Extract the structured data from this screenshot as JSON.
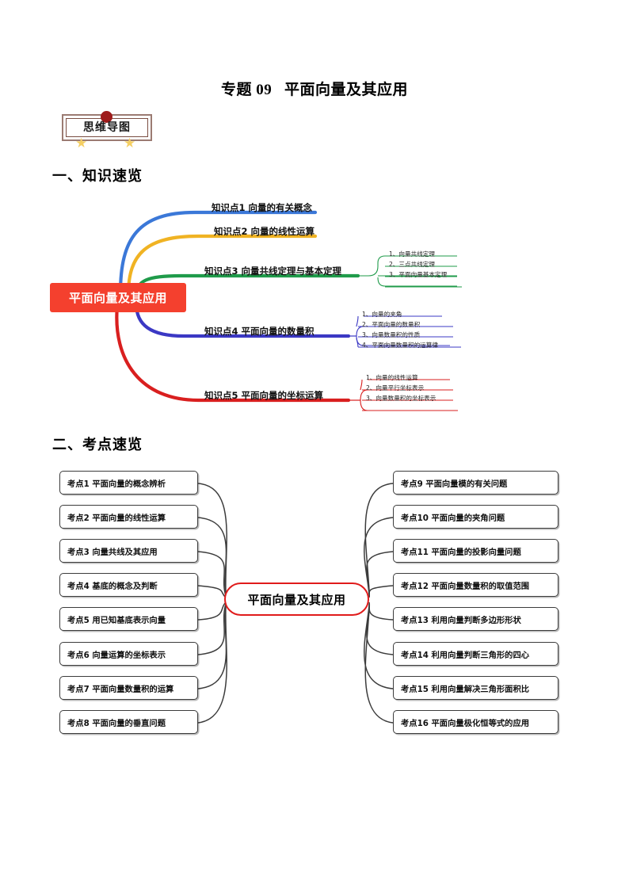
{
  "document": {
    "title_prefix": "专题 09",
    "title_main": "平面向量及其应用",
    "badge_label": "思维导图",
    "section1": "一、知识速览",
    "section2": "二、考点速览"
  },
  "mindmap1": {
    "center": "平面向量及其应用",
    "colors": {
      "center_bg": "#f4402e",
      "branch1": "#3b78d8",
      "branch2": "#f0b323",
      "branch3": "#1f9b4a",
      "branch4": "#3b38c4",
      "branch5": "#d91f1f"
    },
    "branches": [
      {
        "label": "知识点1  向量的有关概念",
        "color": "#3b78d8",
        "children": []
      },
      {
        "label": "知识点2  向量的线性运算",
        "color": "#f0b323",
        "children": []
      },
      {
        "label": "知识点3  向量共线定理与基本定理",
        "color": "#1f9b4a",
        "children": [
          "1、向量共线定理",
          "2、三点共线定理",
          "3、平面向量基本定理"
        ]
      },
      {
        "label": "知识点4  平面向量的数量积",
        "color": "#3b38c4",
        "children": [
          "1、向量的夹角",
          "2、平面向量的数量积",
          "3、向量数量积的性质",
          "4、平面向量数量积的运算律"
        ]
      },
      {
        "label": "知识点5  平面向量的坐标运算",
        "color": "#d91f1f",
        "children": [
          "1、向量的线性运算",
          "2、向量平行坐标表示",
          "3、向量数量积的坐标表示"
        ]
      }
    ]
  },
  "mindmap2": {
    "center": "平面向量及其应用",
    "center_border_color": "#e01b1b",
    "left_nodes": [
      "考点1  平面向量的概念辨析",
      "考点2  平面向量的线性运算",
      "考点3  向量共线及其应用",
      "考点4  基底的概念及判断",
      "考点5  用已知基底表示向量",
      "考点6  向量运算的坐标表示",
      "考点7  平面向量数量积的运算",
      "考点8  平面向量的垂直问题"
    ],
    "right_nodes": [
      "考点9  平面向量模的有关问题",
      "考点10  平面向量的夹角问题",
      "考点11  平面向量的投影向量问题",
      "考点12  平面向量数量积的取值范围",
      "考点13  利用向量判断多边形形状",
      "考点14  利用向量判断三角形的四心",
      "考点15  利用向量解决三角形面积比",
      "考点16  平面向量极化恒等式的应用"
    ]
  }
}
